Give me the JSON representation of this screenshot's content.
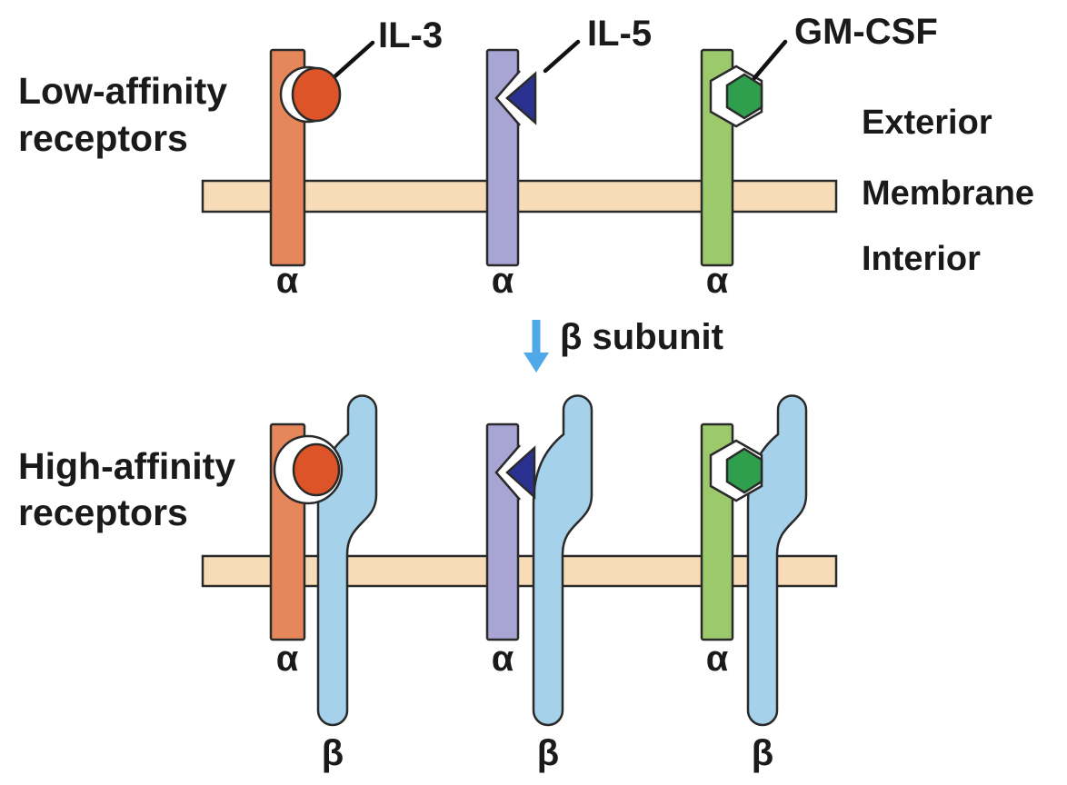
{
  "figure": {
    "type": "biology-schematic",
    "subject": "Cytokine receptors: conversion of low-affinity α receptors to high-affinity αβ receptors",
    "top_row": {
      "label": "Low-affinity receptors",
      "receptors": [
        {
          "ligand": "IL-3",
          "subunits": [
            "α"
          ]
        },
        {
          "ligand": "IL-5",
          "subunits": [
            "α"
          ]
        },
        {
          "ligand": "GM-CSF",
          "subunits": [
            "α"
          ]
        }
      ]
    },
    "transition": "β subunit",
    "bottom_row": {
      "label": "High-affinity receptors",
      "receptors": [
        {
          "ligand": "IL-3",
          "subunits": [
            "α",
            "β"
          ]
        },
        {
          "ligand": "IL-5",
          "subunits": [
            "α",
            "β"
          ]
        },
        {
          "ligand": "GM-CSF",
          "subunits": [
            "α",
            "β"
          ]
        }
      ]
    }
  },
  "labels": {
    "low_affinity_line1": "Low-affinity",
    "low_affinity_line2": "receptors",
    "high_affinity_line1": "High-affinity",
    "high_affinity_line2": "receptors",
    "exterior": "Exterior",
    "membrane": "Membrane",
    "interior": "Interior",
    "beta_subunit_arrow": "β subunit",
    "alpha": "α",
    "beta": "β"
  },
  "ligands": {
    "il3": "IL-3",
    "il5": "IL-5",
    "gmcsf": "GM-CSF"
  },
  "colors": {
    "alpha_il3": "#E5875A",
    "ligand_il3": "#DC5427",
    "alpha_il5": "#A8A4D3",
    "ligand_il5": "#2A3190",
    "alpha_gmcsf": "#9CC96B",
    "ligand_gmcsf": "#2F9E4D",
    "membrane": "#F8DCB7",
    "beta_subunit": "#A6D1EA",
    "arrow": "#4FA8E8",
    "notch": "#FFFFFF",
    "outline": "#2A2A2A",
    "text": "#1A1A1A",
    "background": "#FFFFFF"
  }
}
